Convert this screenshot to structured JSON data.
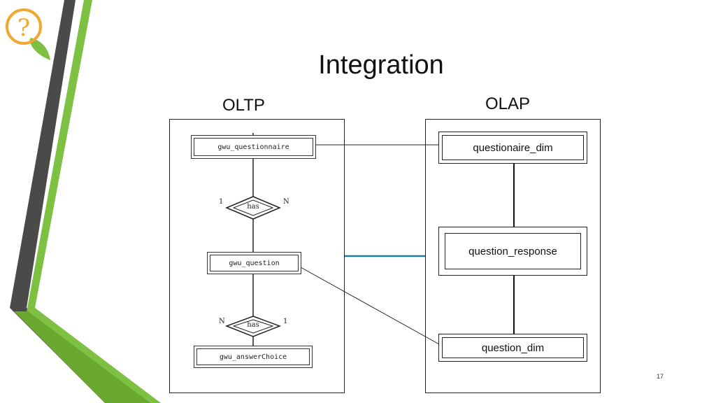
{
  "slide": {
    "title": "Integration",
    "page_number": "17",
    "accent_colors": {
      "green": "#7dc142",
      "dark_gray": "#4a4a4a",
      "logo_orange": "#f0a830",
      "connector_blue": "#1f7fa3"
    }
  },
  "oltp": {
    "label": "OLTP",
    "entities": {
      "questionnaire": "gwu_questionnaire",
      "question": "gwu_question",
      "answer_choice": "gwu_answerChoice"
    },
    "relationships": [
      {
        "label": "has",
        "left_card": "1",
        "right_card": "N"
      },
      {
        "label": "has",
        "left_card": "N",
        "right_card": "1"
      }
    ]
  },
  "olap": {
    "label": "OLAP",
    "tables": {
      "questionnaire_dim": "questionaire_dim",
      "question_response": "question_response",
      "question_dim": "question_dim"
    }
  },
  "logo": {
    "icon": "question-mark-icon",
    "glyph": "?"
  }
}
